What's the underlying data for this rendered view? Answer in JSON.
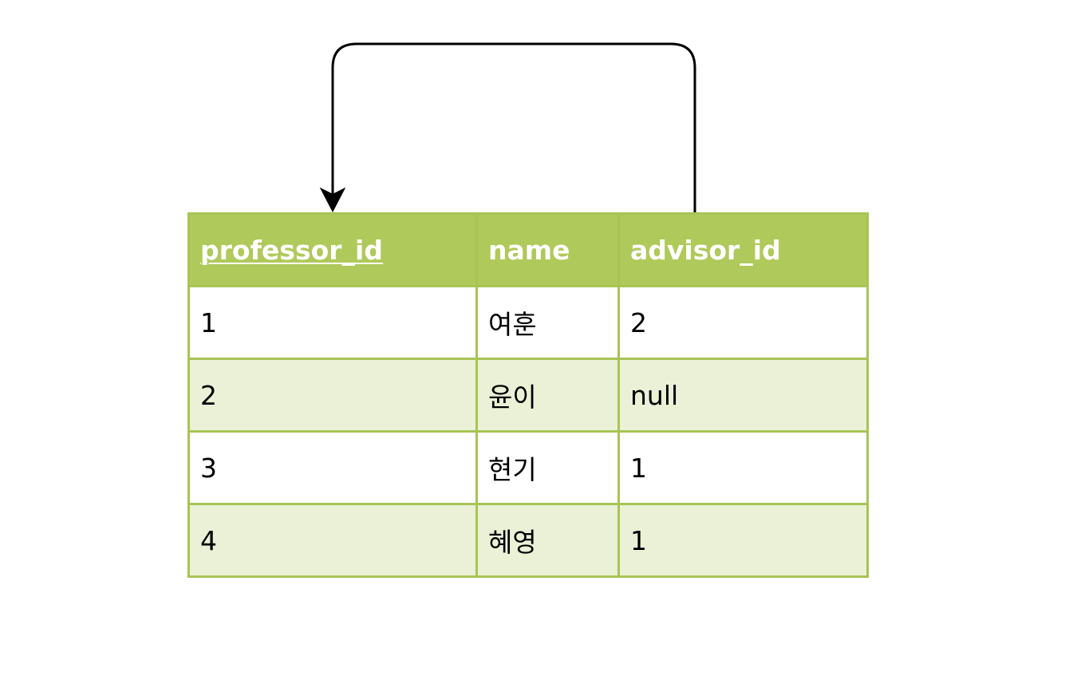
{
  "table": {
    "columns": [
      {
        "label": "professor_id",
        "primary_key": true
      },
      {
        "label": "name",
        "primary_key": false
      },
      {
        "label": "advisor_id",
        "primary_key": false
      }
    ],
    "rows": [
      [
        "1",
        "여훈",
        "2"
      ],
      [
        "2",
        "윤이",
        "null"
      ],
      [
        "3",
        "현기",
        "1"
      ],
      [
        "4",
        "혜영",
        "1"
      ]
    ]
  },
  "relationship": {
    "from": "advisor_id",
    "to": "professor_id",
    "arrow_color": "#000000"
  },
  "colors": {
    "header_bg": "#afc95a",
    "border": "#a8c454",
    "row_alt_bg": "#ebf1d6",
    "row_bg": "#ffffff"
  }
}
